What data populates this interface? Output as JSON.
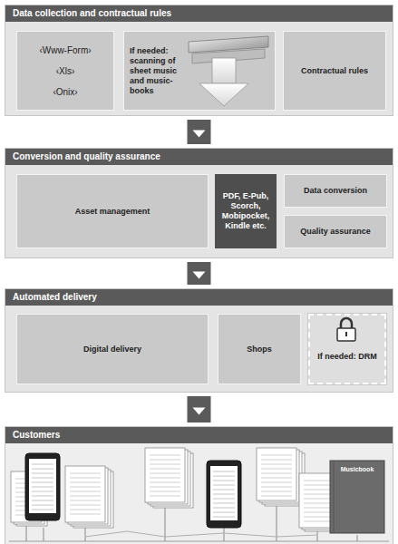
{
  "diagram": {
    "nodes": [
      {
        "text": [
          "Data collection and contractual rules"
        ]
      },
      {
        "text": [
          "‹Www-Form›",
          "‹Xls›",
          "‹Onix›"
        ],
        "in": 0
      },
      {
        "text": [
          "If needed: scanning of sheet music and music-books"
        ],
        "in": 0
      },
      {
        "text": [
          "Contractual rules"
        ],
        "in": 0
      },
      {
        "text": [
          "Conversion and quality assurance"
        ]
      },
      {
        "text": [
          "Asset management"
        ],
        "in": 4
      },
      {
        "text": [
          "PDF, E-Pub, Scorch, Mobipocket, Kindle etc."
        ],
        "in": 4
      },
      {
        "text": [
          "Data conversion"
        ],
        "in": 4
      },
      {
        "text": [
          "Quality assurance"
        ],
        "in": 4
      },
      {
        "text": [
          "Automated delivery"
        ]
      },
      {
        "text": [
          "Digital delivery"
        ],
        "in": 9
      },
      {
        "text": [
          "Shops"
        ],
        "in": 9
      },
      {
        "text": [
          "If needed: DRM"
        ],
        "in": 9
      },
      {
        "text": [
          "Customers"
        ]
      }
    ],
    "edges": [
      {
        "from": 0,
        "to": 4,
        "arrow": "to"
      },
      {
        "from": 4,
        "to": 9,
        "arrow": "to"
      },
      {
        "from": 9,
        "to": 13,
        "arrow": "to"
      }
    ],
    "labels": [
      "Musicbook"
    ]
  }
}
